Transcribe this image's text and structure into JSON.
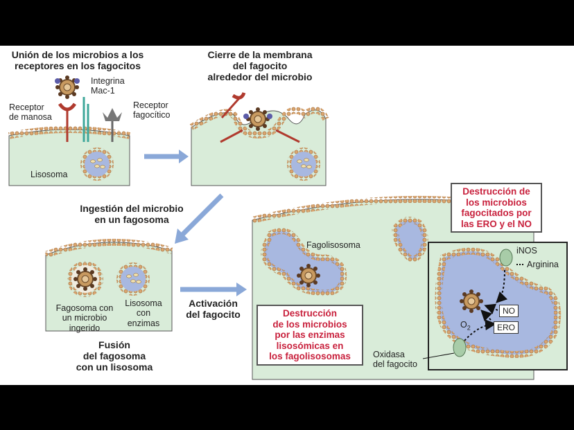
{
  "step1": {
    "title_line1": "Unión de los microbios a los",
    "title_line2": "receptores en los fagocitos",
    "integrina_line1": "Integrina",
    "integrina_line2": "Mac-1",
    "receptor_manosa_line1": "Receptor",
    "receptor_manosa_line2": "de manosa",
    "receptor_fagocitico_line1": "Receptor",
    "receptor_fagocitico_line2": "fagocítico",
    "lisosoma": "Lisosoma"
  },
  "step2": {
    "title_line1": "Cierre de la membrana",
    "title_line2": "del fagocito",
    "title_line3": "alrededor del microbio"
  },
  "step3": {
    "title_line1": "Ingestión del microbio",
    "title_line2": "en un fagosoma",
    "fagosoma_line1": "Fagosoma con",
    "fagosoma_line2": "un microbio",
    "fagosoma_line3": "ingerido",
    "lisosoma_line1": "Lisosoma",
    "lisosoma_line2": "con",
    "lisosoma_line3": "enzimas",
    "fusion_line1": "Fusión",
    "fusion_line2": "del fagosoma",
    "fusion_line3": "con un lisosoma"
  },
  "activation": {
    "line1": "Activación",
    "line2": "del fagocito"
  },
  "step4": {
    "fagolisosoma": "Fagolisosoma",
    "enzymes_line1": "Destrucción",
    "enzymes_line2": "de los microbios",
    "enzymes_line3": "por las enzimas",
    "enzymes_line4": "lisosómicas en",
    "enzymes_line5": "los fagolisosomas",
    "ero_line1": "Destrucción de",
    "ero_line2": "los microbios",
    "ero_line3": "fagocitados por",
    "ero_line4": "las ERO y el NO",
    "inos": "iNOS",
    "arginina": "Arginina",
    "no": "NO",
    "ero": "ERO",
    "o2": "O",
    "oxidasa_line1": "Oxidasa",
    "oxidasa_line2": "del fagocito"
  },
  "colors": {
    "cell": "#d9ecd9",
    "membrane": "#d9a570",
    "lysosome": "#a8b8e0",
    "red_text": "#c8203c",
    "arrow": "#8aa8d8"
  }
}
